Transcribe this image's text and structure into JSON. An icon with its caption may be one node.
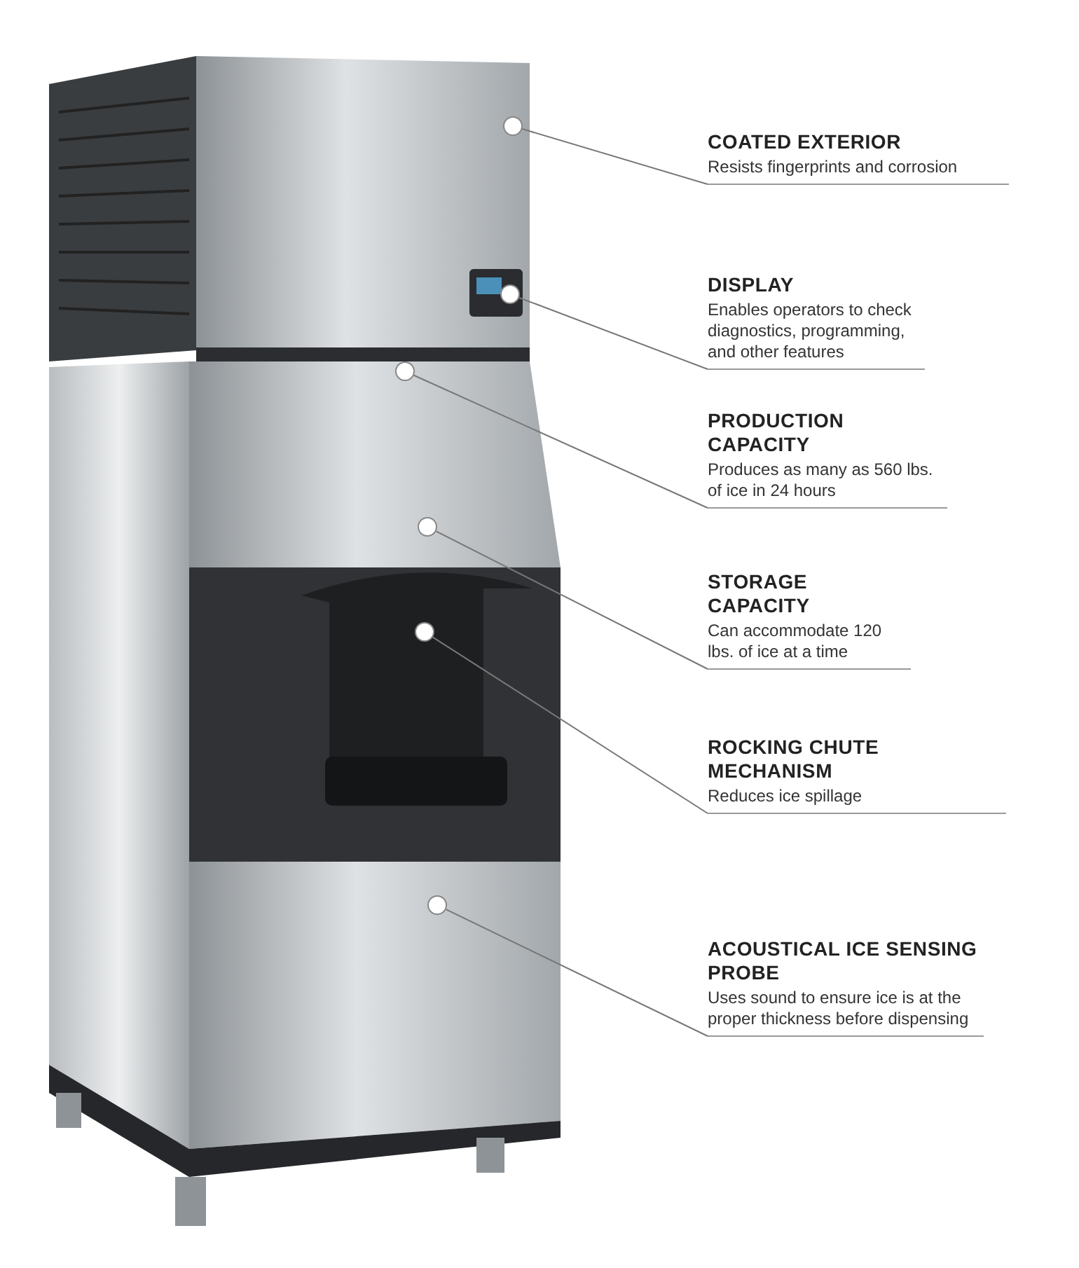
{
  "diagram": {
    "nodes": [
      {
        "text": [
          "COATED EXTERIOR",
          "Resists fingerprints and corrosion"
        ]
      },
      {
        "text": [
          "DISPLAY",
          "Enables operators to check diagnostics, programming, and other features"
        ]
      },
      {
        "text": [
          "PRODUCTION CAPACITY",
          "Produces as many as 560 lbs. of ice in 24 hours"
        ]
      },
      {
        "text": [
          "STORAGE CAPACITY",
          "Can accommodate 120 lbs. of ice at a time"
        ]
      },
      {
        "text": [
          "ROCKING CHUTE MECHANISM",
          "Reduces ice spillage"
        ]
      },
      {
        "text": [
          "ACOUSTICAL ICE SENSING PROBE",
          "Uses sound to ensure ice is at the proper thickness before dispensing"
        ]
      },
      {
        "text": [],
        "shape": "circle"
      },
      {
        "text": [],
        "shape": "circle"
      },
      {
        "text": [],
        "shape": "circle"
      },
      {
        "text": [],
        "shape": "circle"
      },
      {
        "text": [],
        "shape": "circle"
      },
      {
        "text": [],
        "shape": "circle"
      }
    ],
    "edges": [
      {
        "from": 0,
        "to": 6,
        "arrow": "none"
      },
      {
        "from": 1,
        "to": 7,
        "arrow": "none"
      },
      {
        "from": 2,
        "to": 8,
        "arrow": "none"
      },
      {
        "from": 3,
        "to": 9,
        "arrow": "none"
      },
      {
        "from": 4,
        "to": 10,
        "arrow": "none"
      },
      {
        "from": 5,
        "to": 11,
        "arrow": "none"
      }
    ]
  }
}
